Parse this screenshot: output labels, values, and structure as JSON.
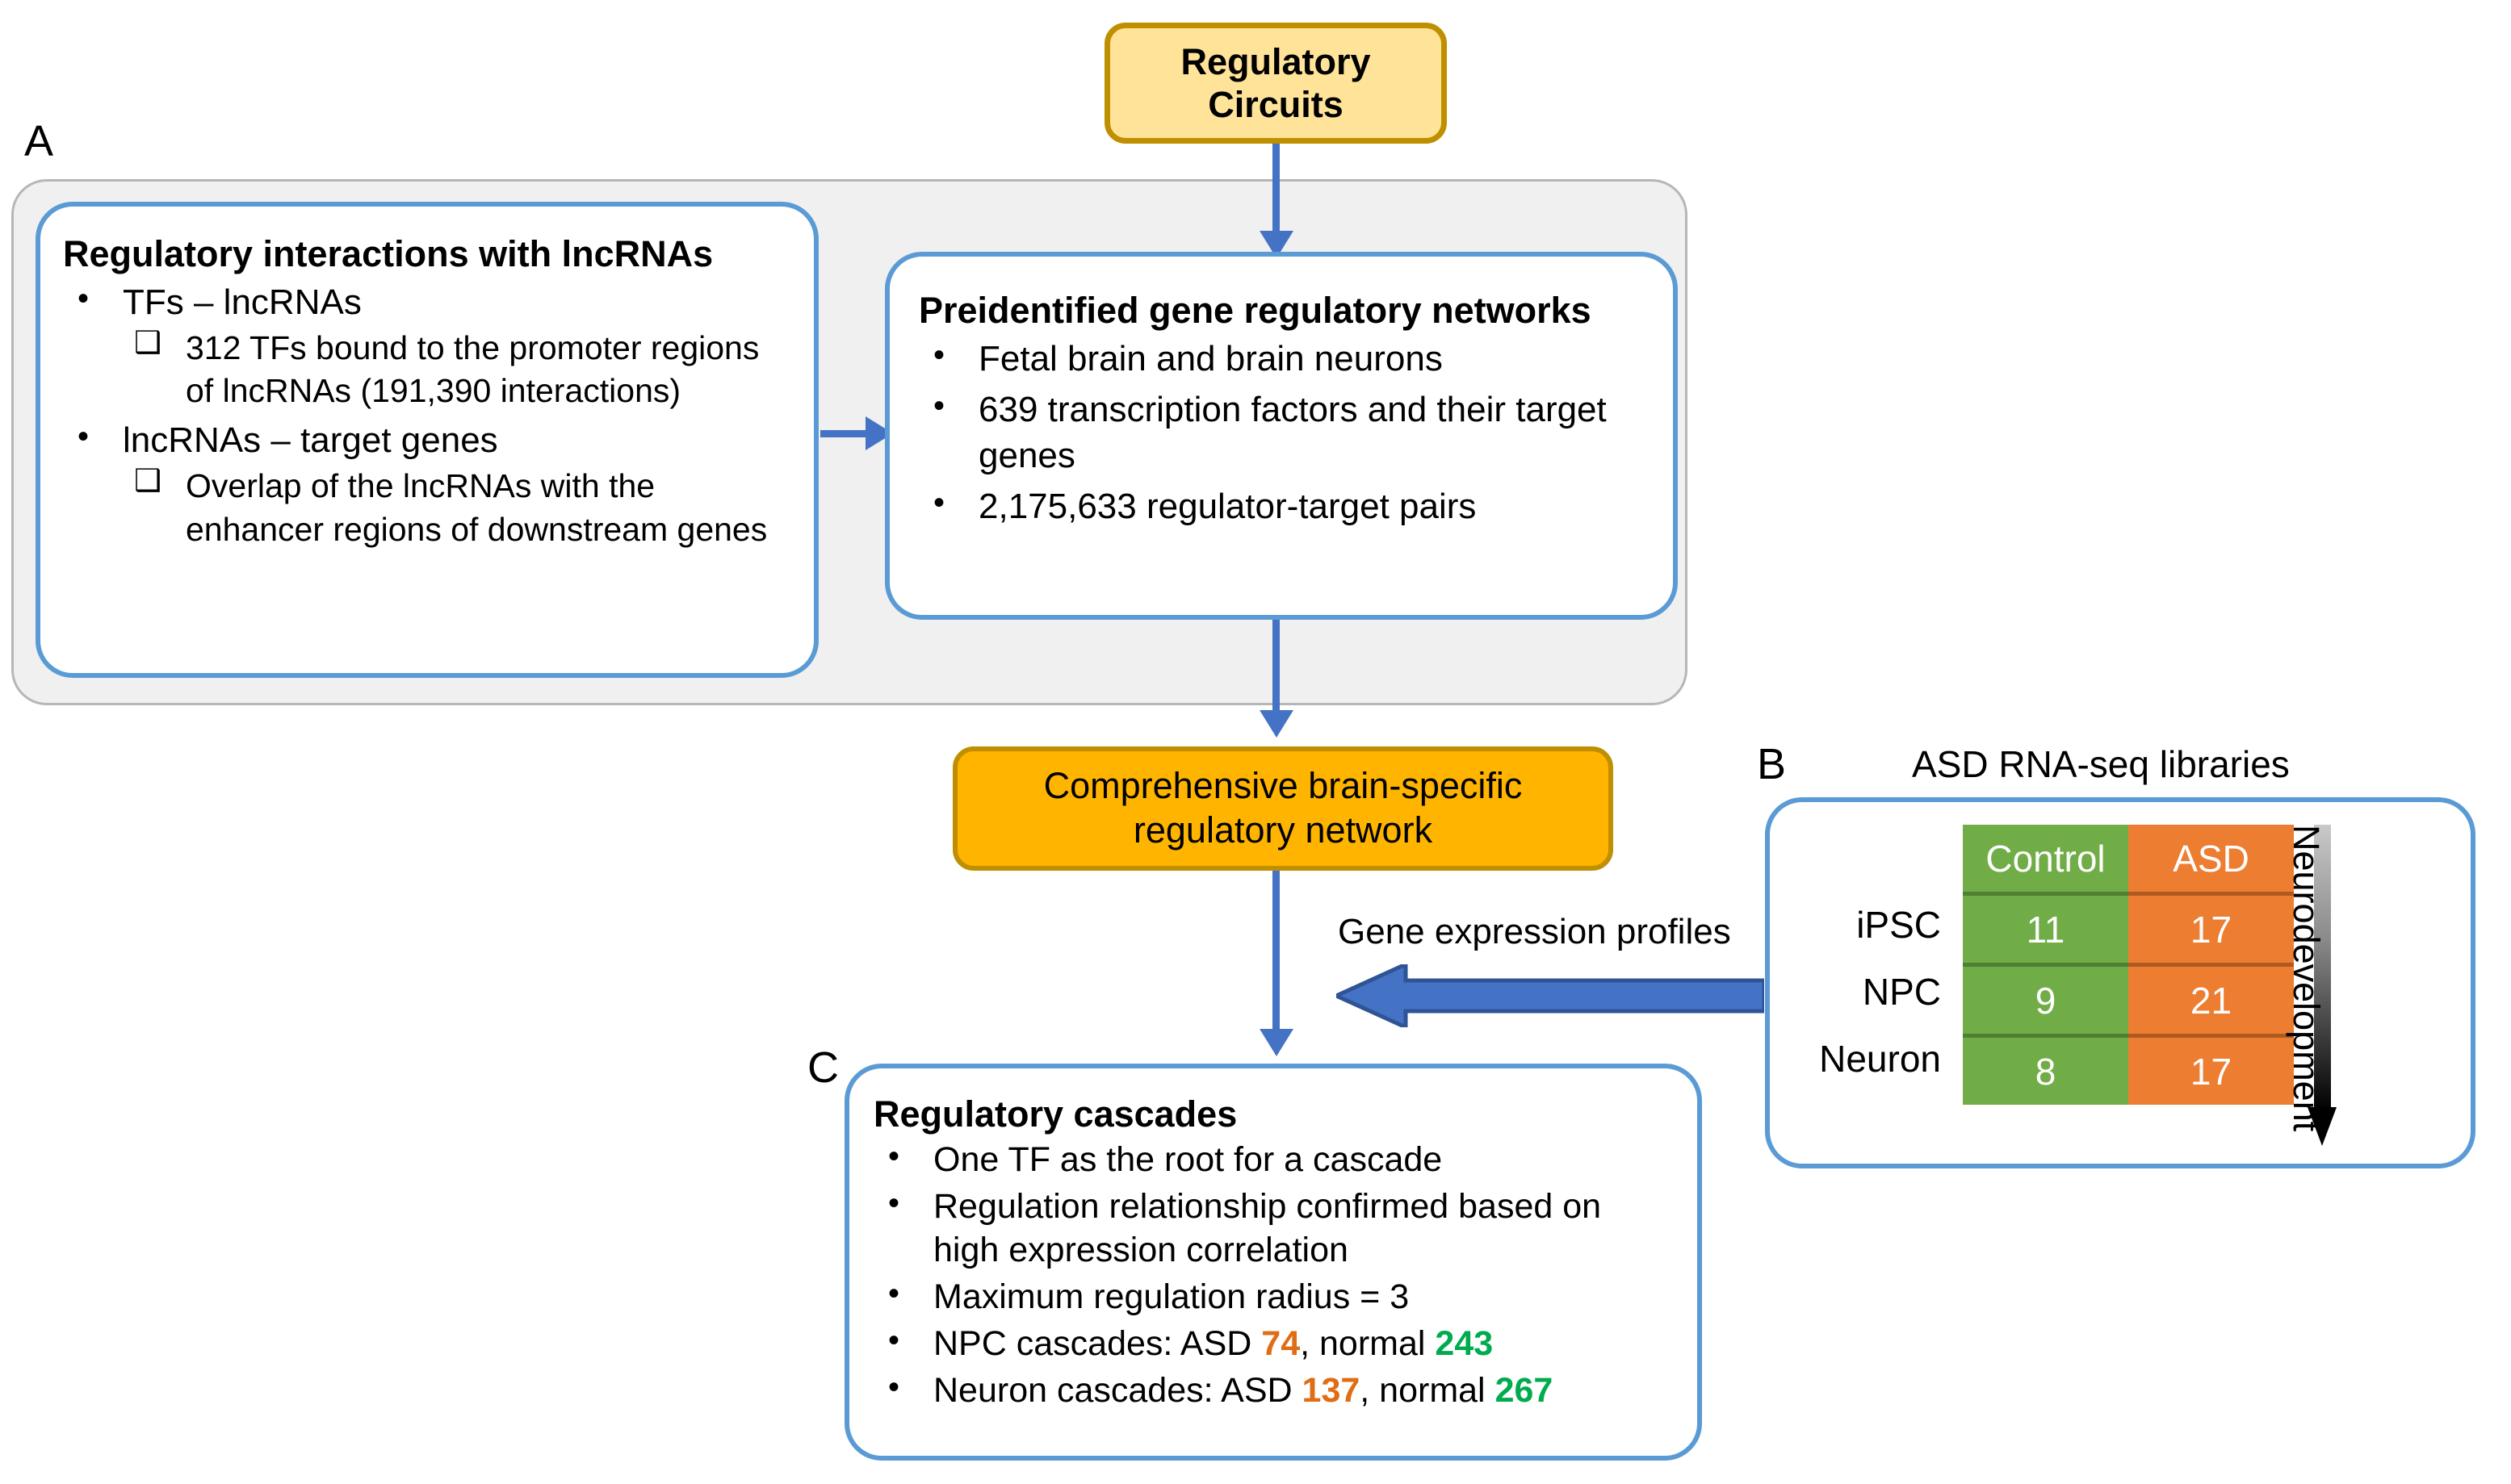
{
  "figure": {
    "panel_labels": {
      "a": "A",
      "b": "B",
      "c": "C"
    }
  },
  "top_node": {
    "line1": "Regulatory",
    "line2": "Circuits"
  },
  "panel_a": {
    "title": "Regulatory interactions with lncRNAs",
    "bullets": [
      {
        "text": "TFs – lncRNAs",
        "sub": [
          "312 TFs bound to the promoter regions of lncRNAs (191,390 interactions)"
        ]
      },
      {
        "text": "lncRNAs – target genes",
        "sub": [
          "Overlap of the lncRNAs with the enhancer regions of downstream genes"
        ]
      }
    ]
  },
  "networks": {
    "title": "Preidentified gene regulatory networks",
    "bullets": [
      "Fetal brain and brain neurons",
      "639 transcription factors and their target genes",
      "2,175,633  regulator-target pairs"
    ]
  },
  "comprehensive": {
    "line1": "Comprehensive brain-specific",
    "line2": "regulatory network"
  },
  "gene_expression_arrow": {
    "label": "Gene expression profiles"
  },
  "panel_b": {
    "title": "ASD RNA-seq libraries",
    "axis_label": "Neurodevelopment",
    "columns": [
      "Control",
      "ASD"
    ],
    "rows": [
      "iPSC",
      "NPC",
      "Neuron"
    ],
    "values": [
      [
        11,
        17
      ],
      [
        9,
        21
      ],
      [
        8,
        17
      ]
    ],
    "colors": {
      "control": "#70AD47",
      "asd": "#ED7D31"
    }
  },
  "panel_c": {
    "title": "Regulatory cascades",
    "bullets": [
      {
        "kind": "plain",
        "text": "One TF as the root for a cascade"
      },
      {
        "kind": "plain",
        "text": "Regulation relationship confirmed based on high expression correlation"
      },
      {
        "kind": "plain",
        "text": "Maximum regulation radius = 3"
      },
      {
        "kind": "counts",
        "prefix": "NPC cascades: ASD ",
        "asd": "74",
        "mid": ", normal ",
        "normal": "243"
      },
      {
        "kind": "counts",
        "prefix": "Neuron cascades: ASD ",
        "asd": "137",
        "mid": ", normal ",
        "normal": "267"
      }
    ],
    "colors": {
      "asd": "#E06C14",
      "normal": "#00AB4E"
    }
  }
}
